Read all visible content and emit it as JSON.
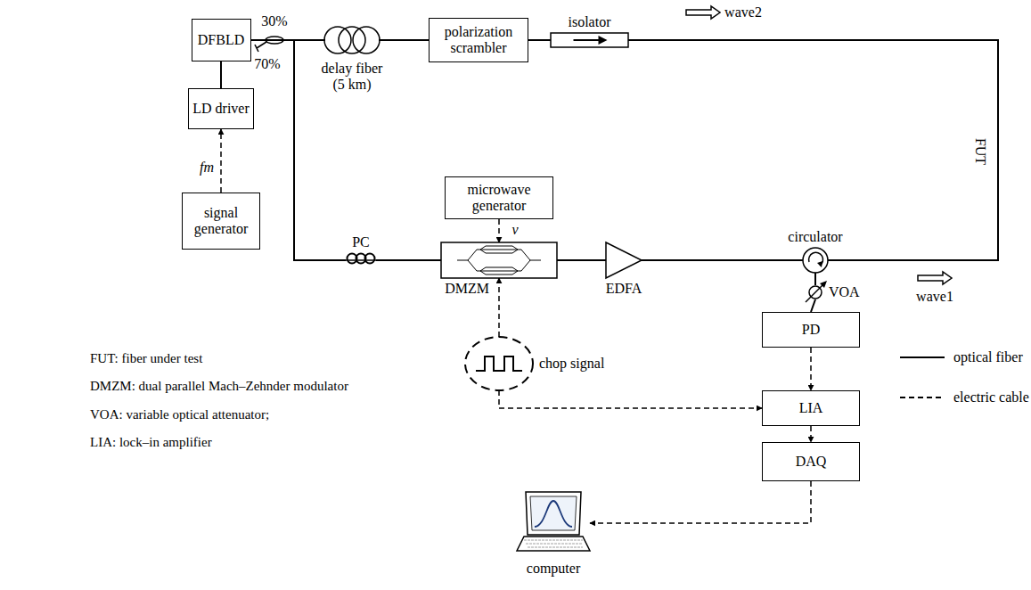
{
  "diagram": {
    "nodes": [
      {
        "text": [
          "DFBLD"
        ]
      },
      {
        "text": [
          "delay fiber (5 km)"
        ]
      },
      {
        "text": [
          "polarization scrambler"
        ]
      },
      {
        "text": [
          "isolator"
        ]
      },
      {
        "text": [
          "LD driver"
        ]
      },
      {
        "text": [
          "signal generator"
        ]
      },
      {
        "text": [
          "microwave generator"
        ]
      },
      {
        "text": [
          "PC"
        ]
      },
      {
        "text": [
          "DMZM"
        ]
      },
      {
        "text": [
          "EDFA"
        ]
      },
      {
        "text": [
          "circulator"
        ]
      },
      {
        "text": [
          "VOA"
        ]
      },
      {
        "text": [
          "PD"
        ]
      },
      {
        "text": [
          "chop signal"
        ]
      },
      {
        "text": [
          "LIA"
        ]
      },
      {
        "text": [
          "DAQ"
        ]
      },
      {
        "text": [
          "computer"
        ]
      }
    ],
    "edges": [
      {
        "from": 0,
        "to": 1,
        "arrow": "none"
      },
      {
        "from": 0,
        "to": 7,
        "arrow": "none"
      },
      {
        "from": 0,
        "to": 4,
        "arrow": "none"
      },
      {
        "from": 5,
        "to": 4,
        "arrow": "to"
      },
      {
        "from": 1,
        "to": 2,
        "arrow": "none"
      },
      {
        "from": 2,
        "to": 3,
        "arrow": "none"
      },
      {
        "from": 3,
        "to": 10,
        "arrow": "none"
      },
      {
        "from": 6,
        "to": 8,
        "arrow": "to"
      },
      {
        "from": 7,
        "to": 8,
        "arrow": "none"
      },
      {
        "from": 8,
        "to": 9,
        "arrow": "none"
      },
      {
        "from": 9,
        "to": 10,
        "arrow": "none"
      },
      {
        "from": 10,
        "to": 11,
        "arrow": "none"
      },
      {
        "from": 11,
        "to": 12,
        "arrow": "none"
      },
      {
        "from": 12,
        "to": 14,
        "arrow": "to"
      },
      {
        "from": 13,
        "to": 8,
        "arrow": "to"
      },
      {
        "from": 13,
        "to": 14,
        "arrow": "to"
      },
      {
        "from": 14,
        "to": 15,
        "arrow": "to"
      },
      {
        "from": 15,
        "to": 16,
        "arrow": "to"
      }
    ],
    "labels": [
      "30%",
      "70%",
      "fm",
      "ν",
      "wave2",
      "FUT",
      "wave1",
      "FUT: fiber under test",
      "DMZM: dual parallel Mach–Zehnder modulator",
      "VOA: variable optical attenuator;",
      "LIA: lock–in amplifier"
    ],
    "legend": [
      {
        "text": "optical fiber"
      },
      {
        "text": "electric cable"
      }
    ]
  }
}
